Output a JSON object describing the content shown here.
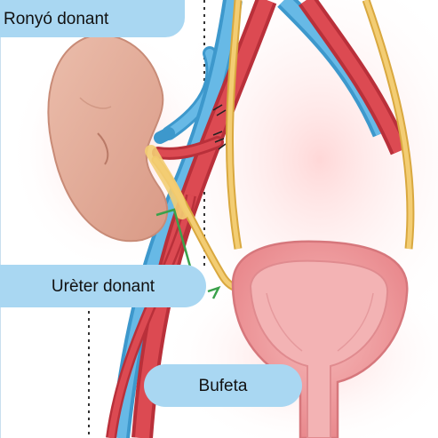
{
  "labels": {
    "kidney": "Ronyó donant",
    "ureter": "Urèter donant",
    "bladder": "Bufeta"
  },
  "colors": {
    "label_bg": "#a9d7f2",
    "artery": "#d6434b",
    "vein": "#4aa7d6",
    "ureter": "#f0c86a",
    "kidney": "#e3ae9d",
    "bladder": "#f0a0a2",
    "clamp": "#3aa14b"
  }
}
